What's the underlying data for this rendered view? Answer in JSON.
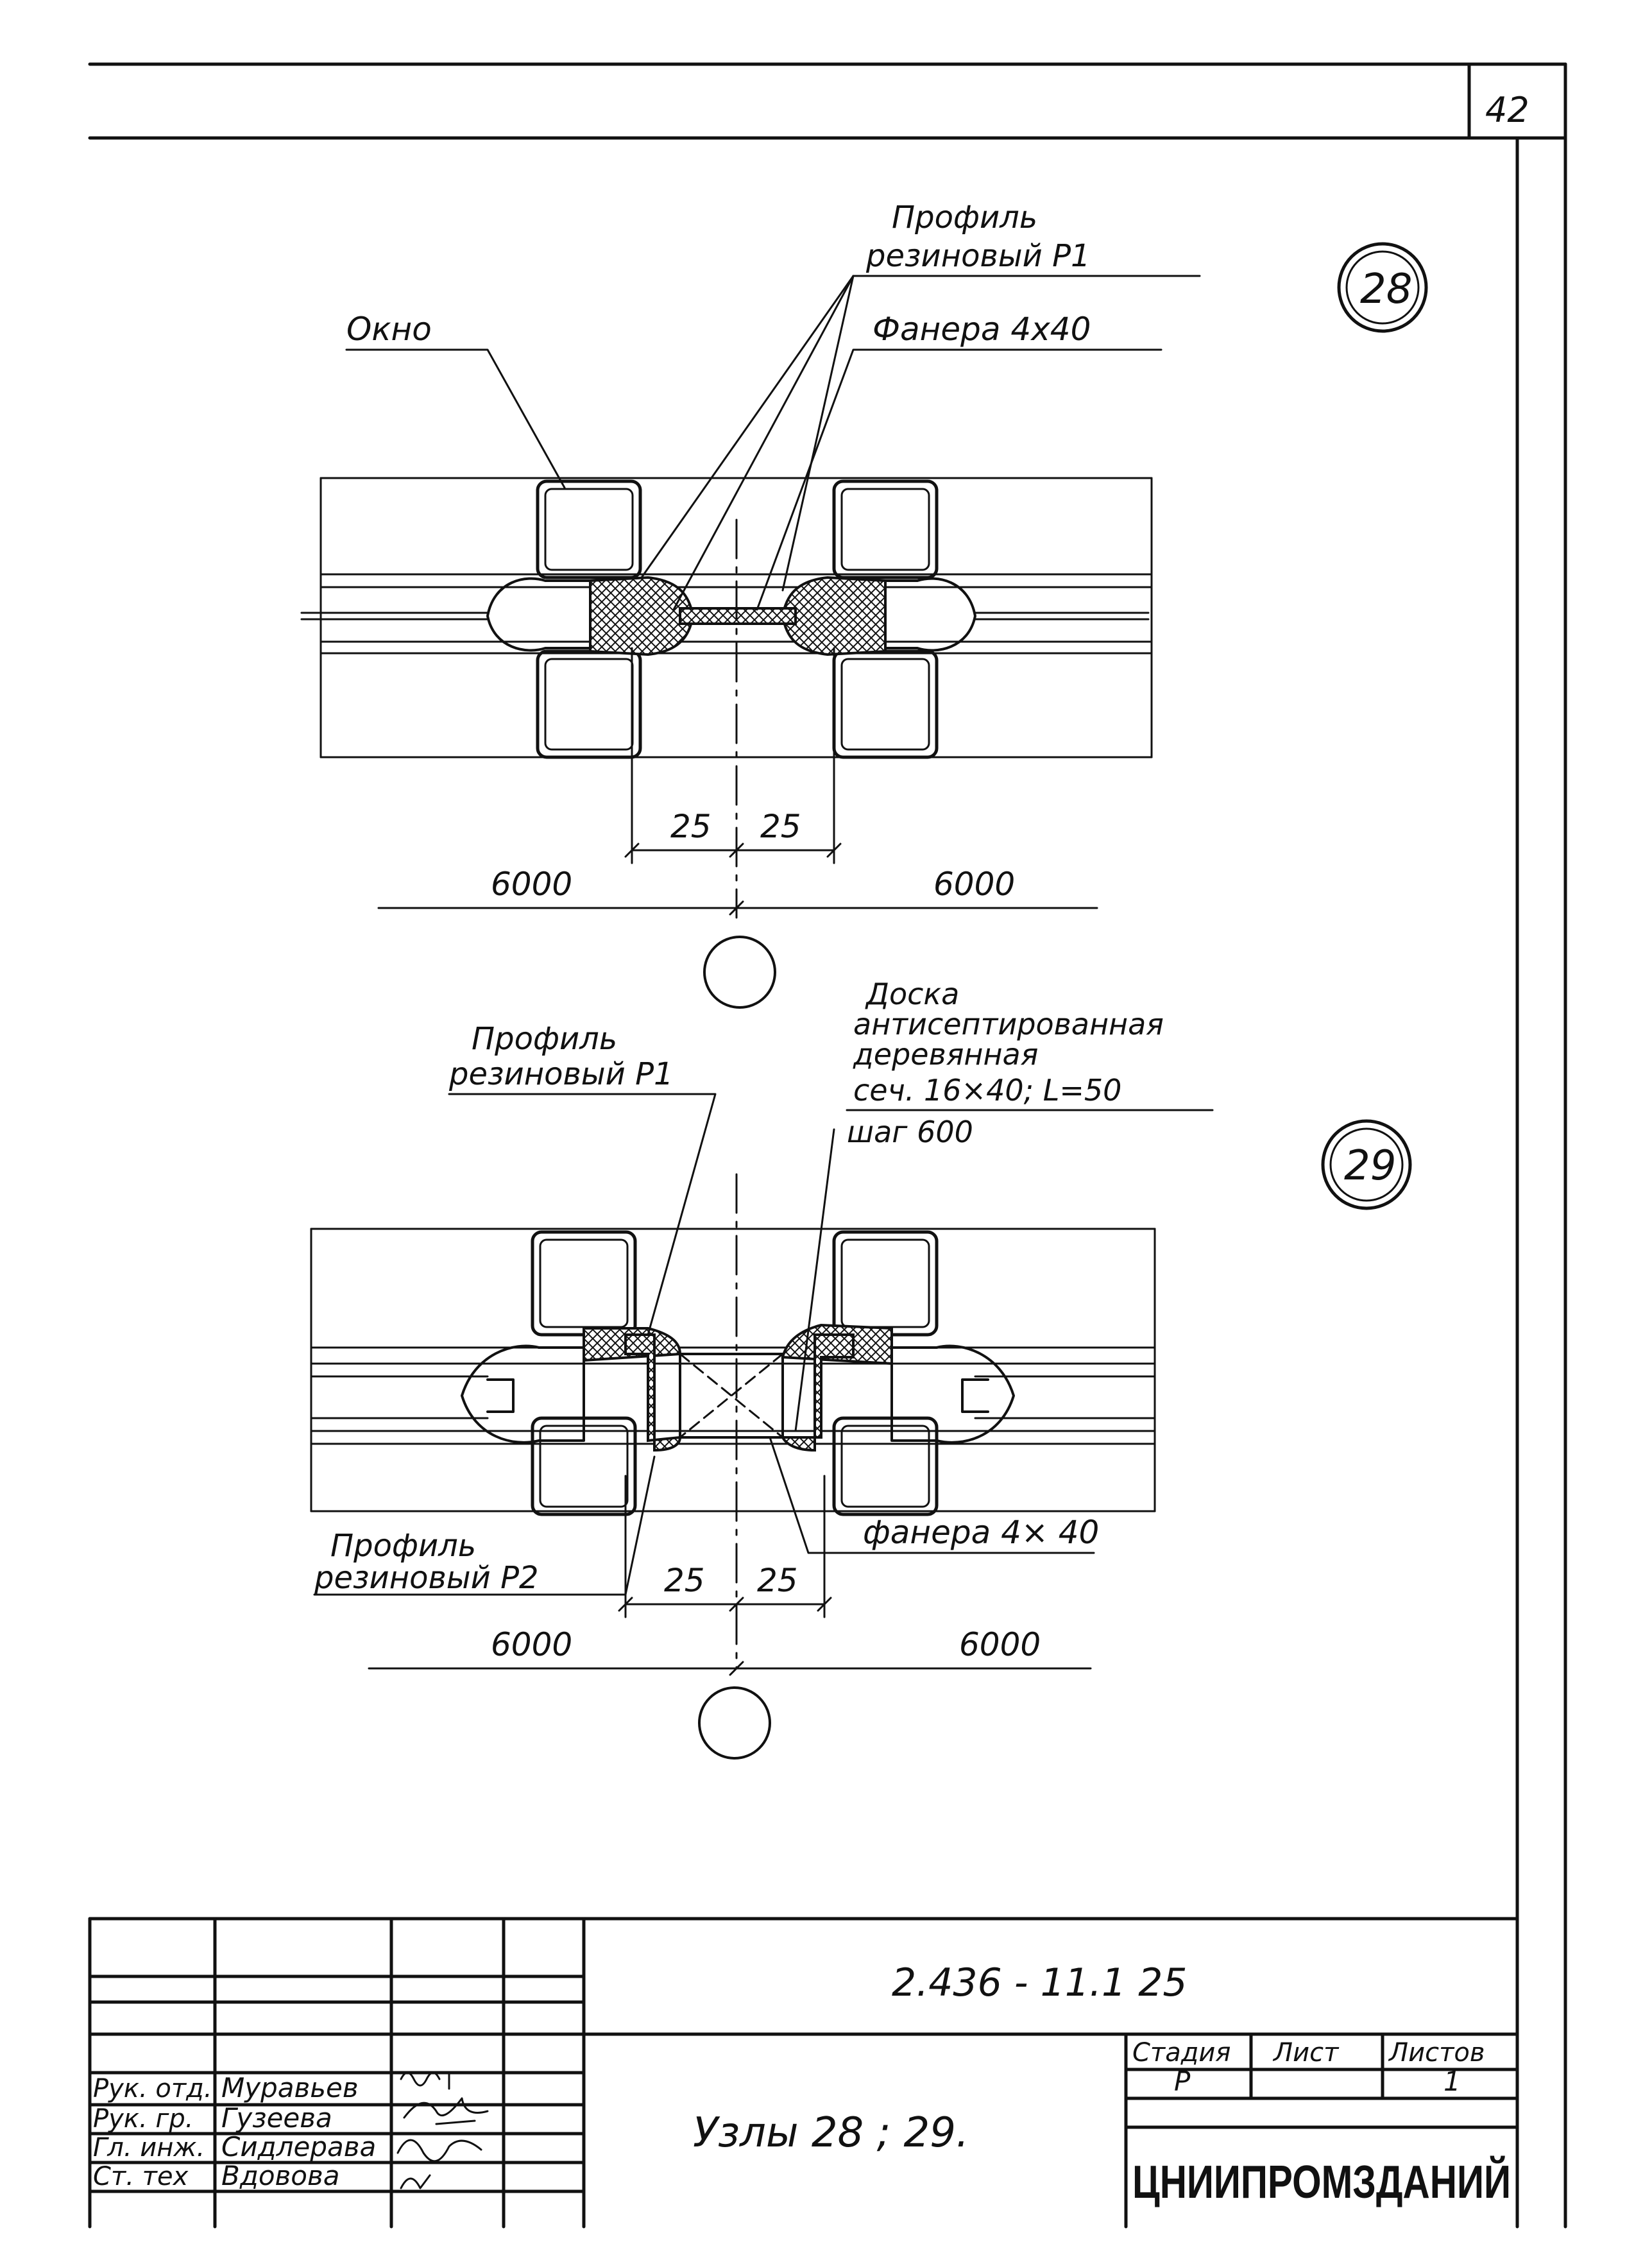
{
  "sheet_number": "42",
  "node_28": {
    "marker": "28",
    "labels": {
      "window": "Окно",
      "profile_p1": [
        "Профиль",
        "резиновый P1"
      ],
      "plywood": "Фанера 4x40"
    },
    "dims": {
      "gap_left": "25",
      "gap_right": "25",
      "span_left": "6000",
      "span_right": "6000"
    }
  },
  "node_29": {
    "marker": "29",
    "labels": {
      "profile_p1": [
        "Профиль",
        "резиновый P1"
      ],
      "board": [
        "Доска",
        "антисептированная",
        "деревянная",
        "сеч. 16×40; L=50"
      ],
      "step": "шаг 600",
      "profile_p2": [
        "Профиль",
        "резиновый P2"
      ],
      "plywood": "фанера 4× 40"
    },
    "dims": {
      "gap_left": "25",
      "gap_right": "25",
      "span_left": "6000",
      "span_right": "6000"
    }
  },
  "title_block": {
    "document_code": "2.436 - 11.1 25",
    "title": "Узлы 28 ; 29.",
    "stage_header": "Стадия",
    "sheet_header": "Лист",
    "sheets_header": "Листов",
    "stage": "Р",
    "sheet": "",
    "sheets": "1",
    "organization": "ЦНИИПРОМЗДАНИЙ",
    "roles": [
      "Рук. отд.",
      "Рук. гр.",
      "Гл. инж.",
      "Ст. тех"
    ],
    "names": [
      "Муравьев",
      "Гузеева",
      "Сидлерава",
      "Вдовова"
    ]
  }
}
